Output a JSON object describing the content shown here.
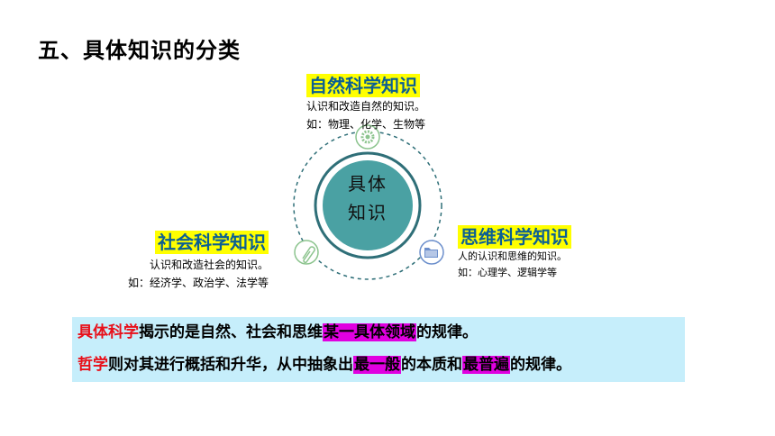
{
  "title": "五、具体知识的分类",
  "center": {
    "line1": "具体",
    "line2": "知识"
  },
  "natural": {
    "heading": "自然科学知识",
    "desc": "认识和改造自然的知识。",
    "examples": "如：物理、化学、生物等",
    "icon": "gear-icon"
  },
  "social": {
    "heading": "社会科学知识",
    "desc": "认识和改造社会的知识。",
    "examples": "如：经济学、政治学、法学等",
    "icon": "paperclip-icon"
  },
  "thought": {
    "heading": "思维科学知识",
    "desc": "人的认识和思维的知识。",
    "examples": "如：心理学、逻辑学等",
    "icon": "folder-icon"
  },
  "summary": {
    "line1": {
      "term": "具体科学",
      "before": "揭示的是自然、社会和思维",
      "highlight": "某一具体领域",
      "after": "的规律。"
    },
    "line2": {
      "term": "哲学",
      "before": "则对其进行概括和升华，从中抽象出",
      "highlight1": "最一般",
      "middle": "的本质和",
      "highlight2": "最普遍",
      "after": "的规律。"
    }
  },
  "colors": {
    "heading_text": "#0b5f93",
    "heading_bg": "#ffff00",
    "circle_fill": "#4aa1a3",
    "ring": "#2f6f78",
    "icon_green": "#8cc48e",
    "icon_blue": "#6c8fcc",
    "summary_bg": "#c6eefb",
    "term_red": "#e8101a",
    "highlight": "#e000e0"
  }
}
